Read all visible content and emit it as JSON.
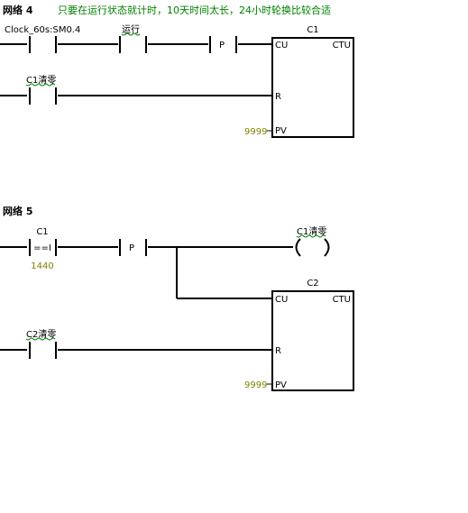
{
  "network4": {
    "title": "网络 4",
    "comment": "只要在运行状态就计时，10天时间太长，24小时轮换比较合适",
    "contact_clock": "Clock_60s:SM0.4",
    "contact_run": "运行",
    "edge_p": "P",
    "counter_name": "C1",
    "counter_cu": "CU",
    "counter_ctu": "CTU",
    "counter_r": "R",
    "counter_pv": "PV",
    "reset_contact": "C1清零",
    "pv_value": "9999"
  },
  "network5": {
    "title": "网络 5",
    "compare_operand": "C1",
    "compare_op": "==I",
    "compare_value": "1440",
    "edge_p": "P",
    "coil_name": "C1清零",
    "counter_name": "C2",
    "counter_cu": "CU",
    "counter_ctu": "CTU",
    "counter_r": "R",
    "counter_pv": "PV",
    "reset_contact": "C2清零",
    "pv_value": "9999"
  }
}
